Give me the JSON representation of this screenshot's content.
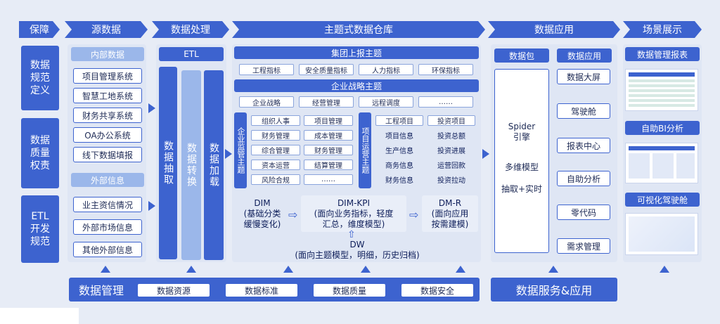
{
  "headers": [
    "保障",
    "源数据",
    "数据处理",
    "主题式数据仓库",
    "数据应用",
    "场景展示"
  ],
  "guarantee": [
    "数据\n规范\n定义",
    "数据\n质量\n权责",
    "ETL\n开发\n规范"
  ],
  "internal": {
    "title": "内部数据",
    "items": [
      "项目管理系统",
      "智慧工地系统",
      "财务共享系统",
      "OA办公系统",
      "线下数据填报"
    ]
  },
  "external": {
    "title": "外部信息",
    "items": [
      "业主资信情况",
      "外部市场信息",
      "其他外部信息"
    ]
  },
  "processing": {
    "title": "ETL",
    "steps": [
      "数据抽取",
      "数据转换",
      "数据加载"
    ]
  },
  "warehouse": {
    "group_title": "集团上报主题",
    "group_items": [
      "工程指标",
      "安全质量指标",
      "人力指标",
      "环保指标"
    ],
    "strategy_title": "企业战略主题",
    "strategy_items": [
      "企业战略",
      "经营管理",
      "远程调度",
      "……"
    ],
    "supervision_label": "企业监管主题",
    "supervision_items": [
      "组织人事",
      "项目管理",
      "财务管理",
      "成本管理",
      "综合管理",
      "财务管理",
      "资本运营",
      "结算管理",
      "风险合规",
      "……"
    ],
    "operation_label": "项目运营主题",
    "operation_items": [
      "工程项目",
      "投资项目",
      "项目信息",
      "投资总额",
      "生产信息",
      "投资进展",
      "商务信息",
      "运营回款",
      "财务信息",
      "投资拉动"
    ],
    "dim": "DIM\n(基础分类\n缓慢变化)",
    "dim_kpi": "DIM-KPI\n(面向业务指标，轻度\n汇总，维度模型)",
    "dm_r": "DM-R\n(面向应用\n按需建模)",
    "dw": "DW\n(面向主题模型，明细，历史归档)"
  },
  "app": {
    "package_title": "数据包",
    "apps_title": "数据应用",
    "spider": "Spider\n引擎",
    "multi": "多维模型",
    "extract": "抽取+实时",
    "apps": [
      "数据大屏",
      "驾驶舱",
      "报表中心",
      "自助分析",
      "零代码",
      "需求管理"
    ]
  },
  "scenes": [
    "数据管理报表",
    "自助BI分析",
    "可视化驾驶舱"
  ],
  "mgmt": {
    "title": "数据管理",
    "items": [
      "数据资源",
      "数据标准",
      "数据质量",
      "数据安全"
    ]
  },
  "service": "数据服务&应用"
}
